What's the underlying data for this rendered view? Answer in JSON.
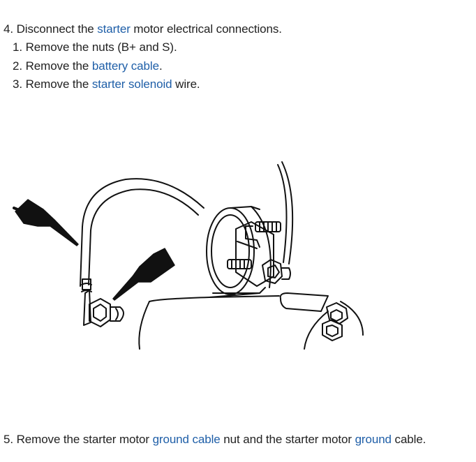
{
  "steps": {
    "step4": {
      "prefix": "4. Disconnect the ",
      "link": "starter",
      "suffix": " motor electrical connections."
    },
    "substeps": [
      {
        "text": "1. Remove the nuts (B+ and S)."
      },
      {
        "prefix": "2. Remove the ",
        "link": "battery cable",
        "suffix": "."
      },
      {
        "prefix": "3. Remove the ",
        "link": "starter solenoid",
        "suffix": " wire."
      }
    ],
    "step5": {
      "prefix": "5. Remove the starter motor ",
      "link1": "ground cable",
      "middle": " nut and the starter motor ",
      "link2": "ground",
      "suffix": " cable."
    }
  },
  "colors": {
    "text": "#222222",
    "link": "#1f5fa8"
  }
}
